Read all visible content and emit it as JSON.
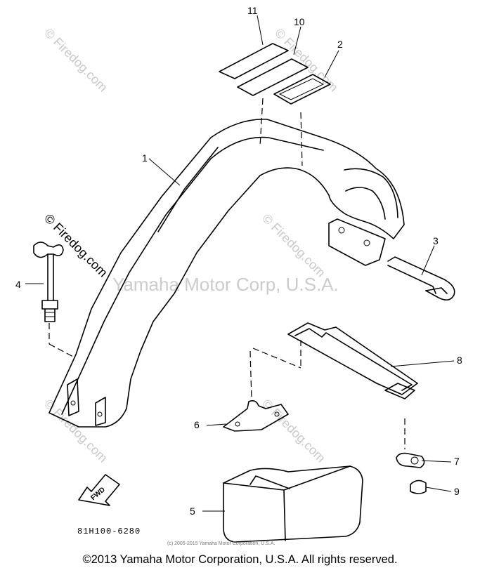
{
  "diagram": {
    "part_code": "81H100-6280",
    "fwd_label": "FWD",
    "small_credit": "(c) 2005-2015 Yamaha Motor Corporation, U.S.A.",
    "watermark_center": "Yamaha Motor Corp, U.S.A.",
    "watermark_site": "© Firedog.com",
    "callouts": {
      "c1": "1",
      "c2": "2",
      "c3": "3",
      "c4": "4",
      "c5": "5",
      "c6": "6",
      "c7": "7",
      "c8": "8",
      "c9": "9",
      "c10": "10",
      "c11": "11"
    }
  },
  "footer": {
    "copyright": "©2013 Yamaha Motor Corporation, U.S.A. All rights reserved."
  }
}
